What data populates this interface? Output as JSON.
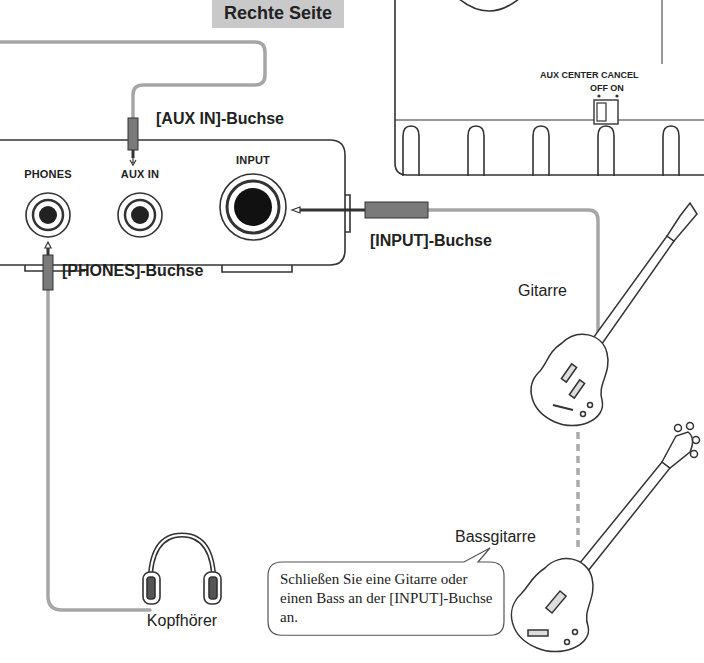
{
  "diagram": {
    "nodes": [
      {
        "text": [
          "Rechte Seite"
        ]
      },
      {
        "text": [
          "Schließen Sie eine Gitarre oder einen Bass an der [INPUT]-Buchse an."
        ]
      }
    ],
    "labels": [
      "AUX CENTER CANCEL",
      "OFF",
      "ON",
      "[AUX IN]-Buchse",
      "PHONES",
      "AUX IN",
      "INPUT",
      "[INPUT]-Buchse",
      "Gitarre",
      "[PHONES]-Buchse",
      "Kopfhörer",
      "Bassgitarre"
    ]
  }
}
